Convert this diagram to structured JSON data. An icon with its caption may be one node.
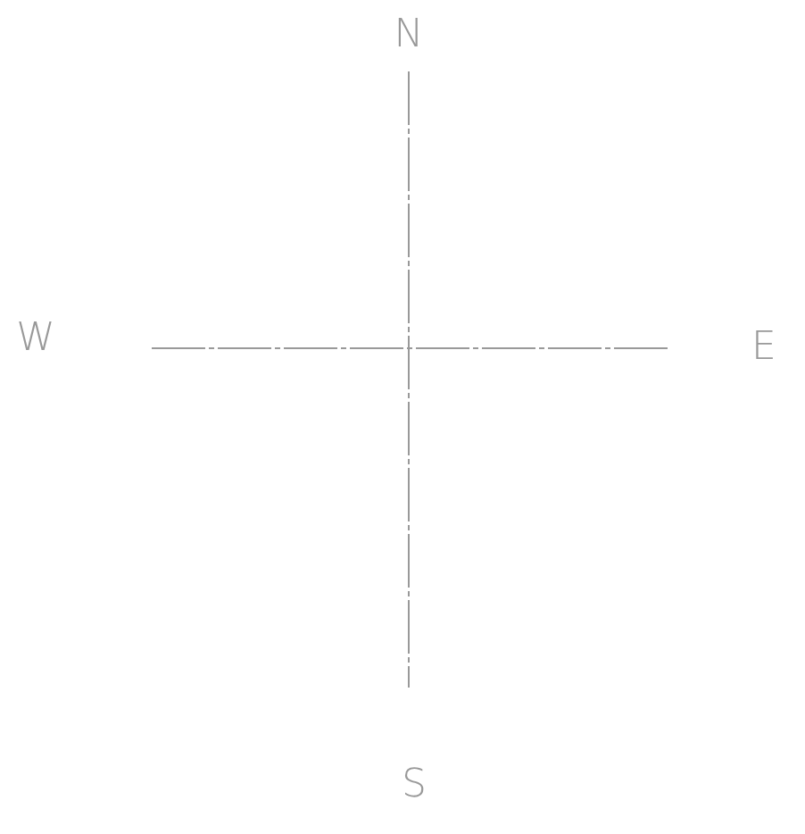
{
  "diagram": {
    "labels": [
      "N",
      "W",
      "E",
      "S"
    ]
  }
}
